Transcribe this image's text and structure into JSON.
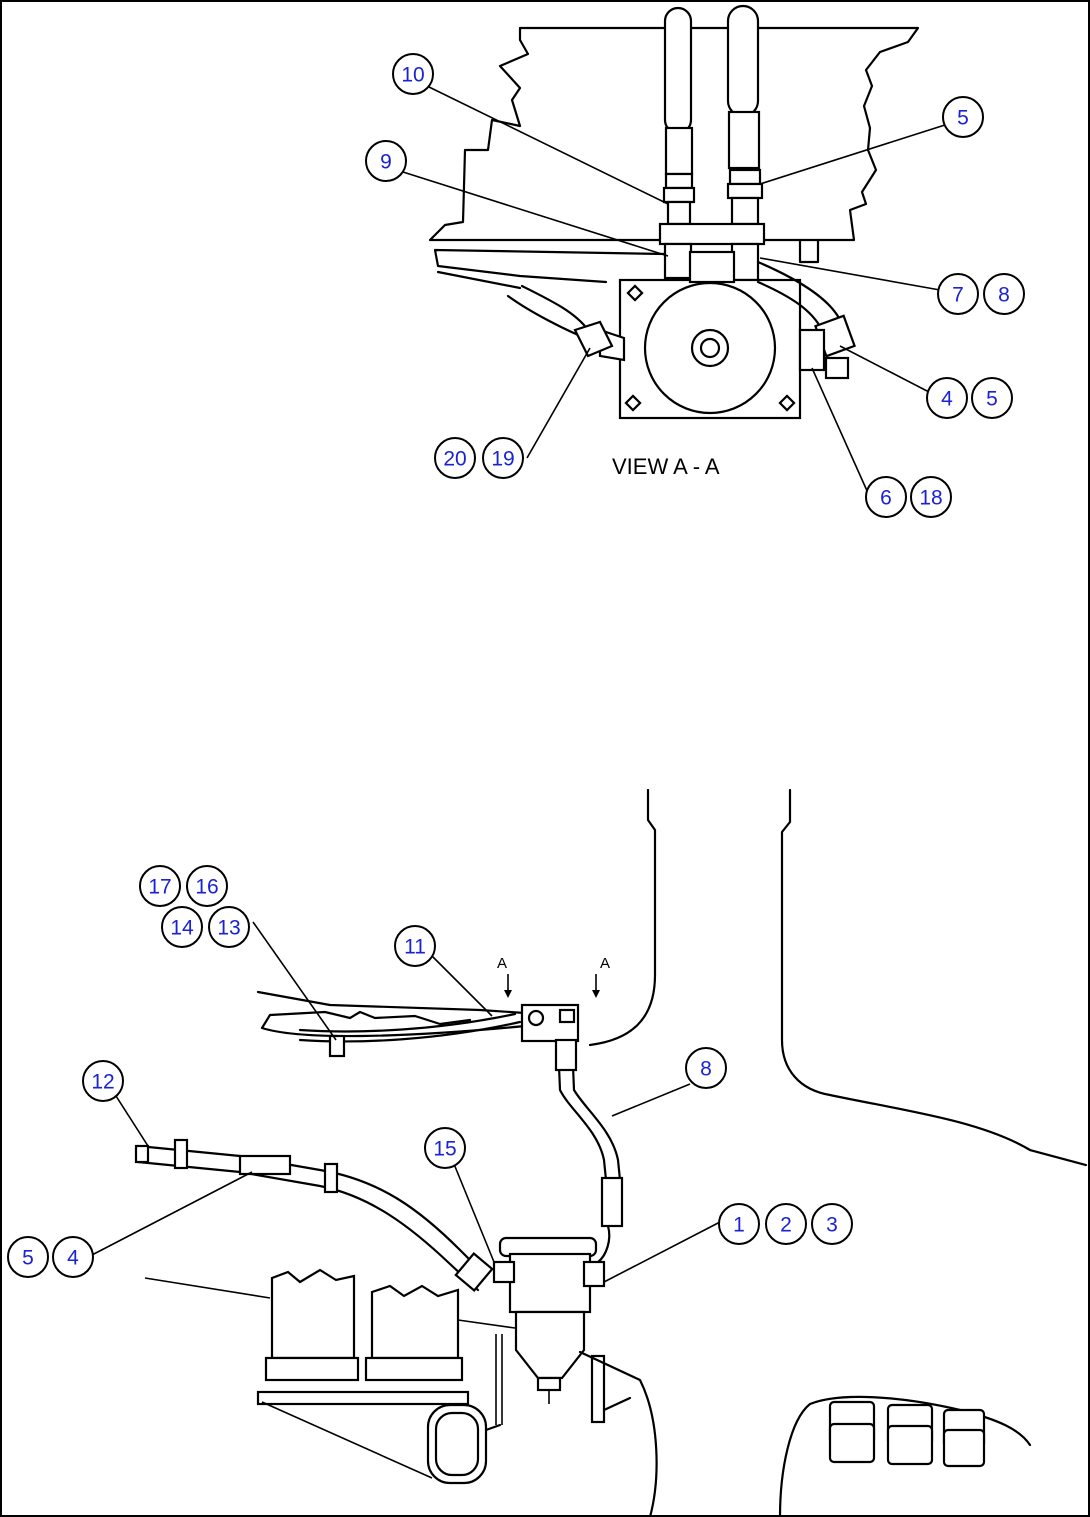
{
  "view_label": "VIEW  A - A",
  "section_marks": [
    "A",
    "A"
  ],
  "callout_color": "#1a22d6",
  "callouts": {
    "top": [
      "10",
      "9",
      "5",
      "7",
      "8",
      "4",
      "5",
      "20",
      "19",
      "6",
      "18"
    ],
    "bottom": [
      "17",
      "16",
      "14",
      "13",
      "11",
      "12",
      "8",
      "15",
      "1",
      "2",
      "3",
      "5",
      "4"
    ]
  }
}
